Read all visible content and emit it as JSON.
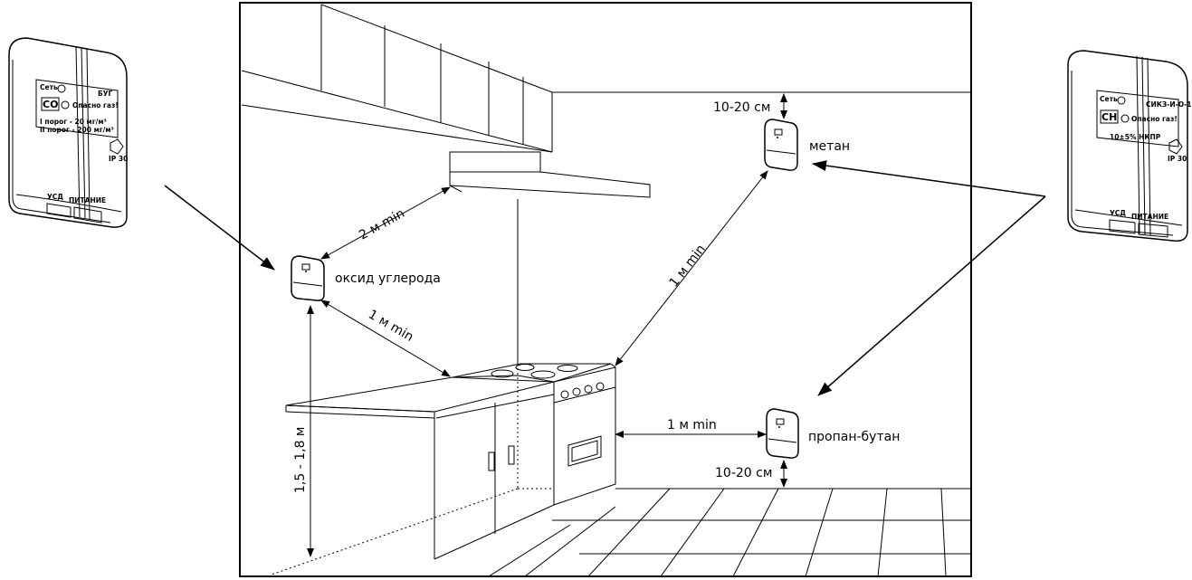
{
  "labels": {
    "co_sensor": "оксид углерода",
    "methane_sensor": "метан",
    "propane_sensor": "пропан-бутан",
    "dist_hood": "2 м min",
    "dist_co_stove": "1 м min",
    "dist_methane_stove": "1 м min",
    "dist_propane_stove": "1 м min",
    "ceiling_gap": "10-20 см",
    "floor_gap": "10-20 см",
    "height_range": "1,5 - 1,8 м"
  },
  "device_left": {
    "power": "Сеть",
    "brand": "БУГ",
    "gas": "CO",
    "danger": "Опасно газ!",
    "threshold1": "I порог - 20 мг/м³",
    "threshold2": "II порог - 200 мг/м³",
    "ip": "IP 30",
    "usd": "УСД",
    "supply": "ПИТАНИЕ"
  },
  "device_right": {
    "power": "Сеть",
    "brand": "СИКЗ-И-О-1",
    "gas": "CH",
    "danger": "Опасно газ!",
    "threshold": "10±5% НКПР",
    "ip": "IP 30",
    "usd": "УСД",
    "supply": "ПИТАНИЕ"
  }
}
